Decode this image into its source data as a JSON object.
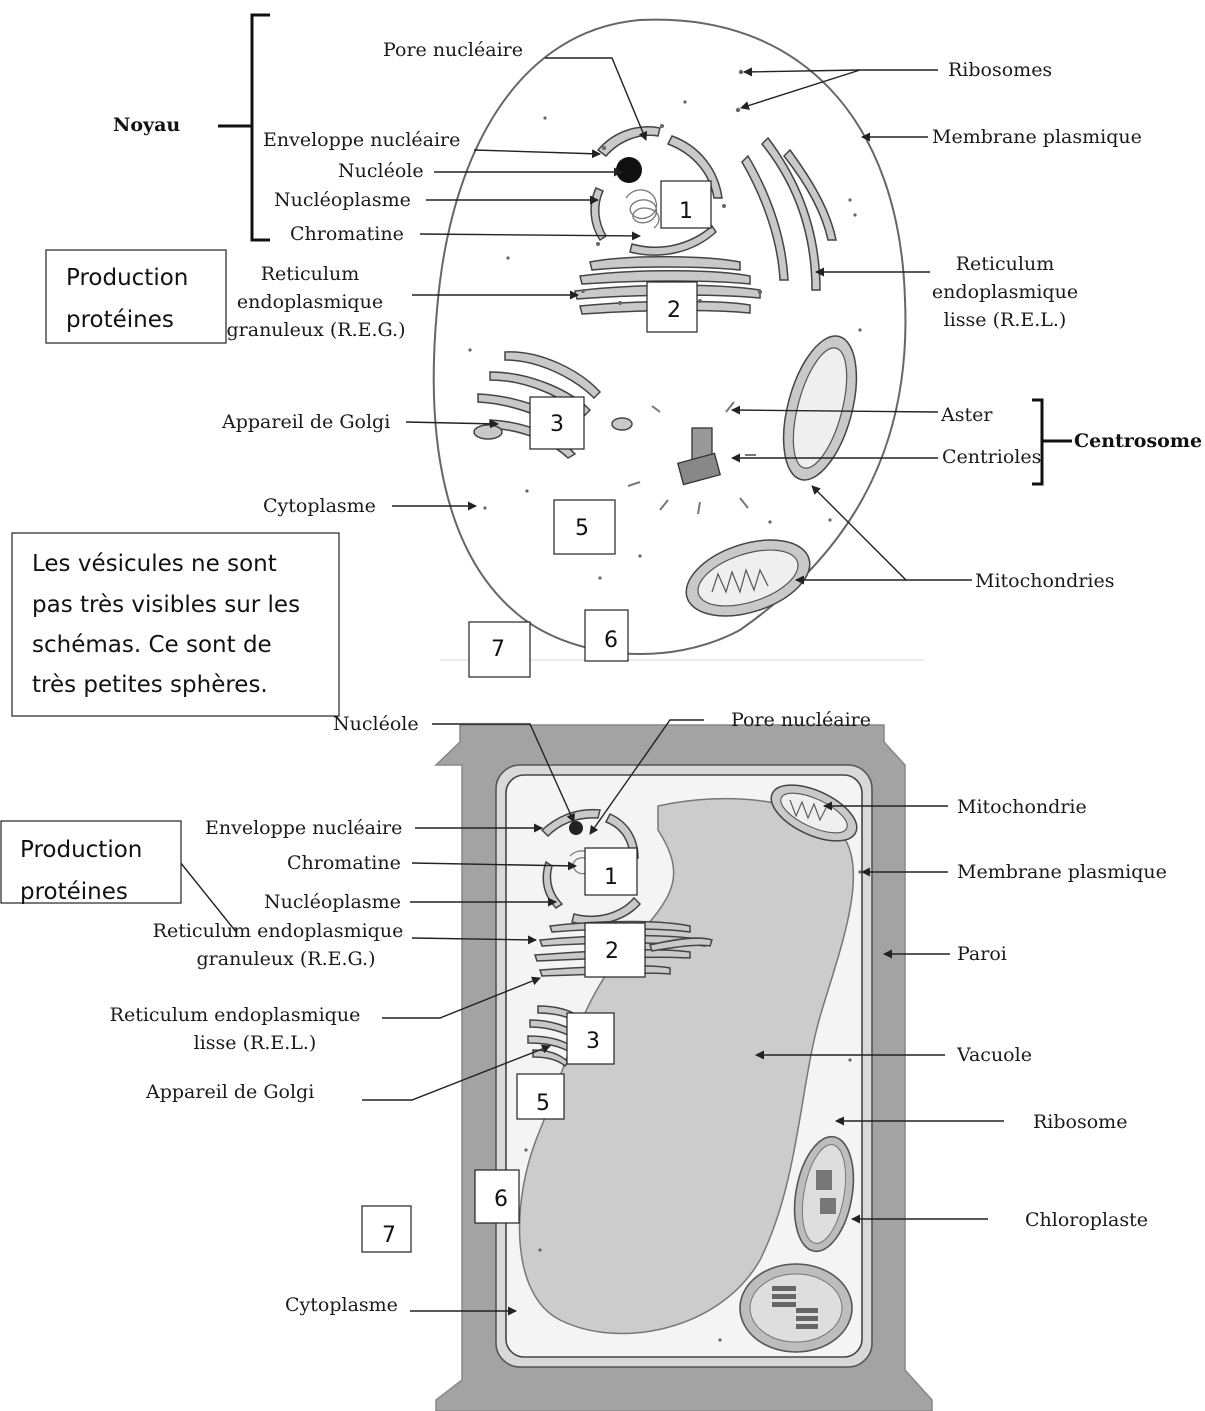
{
  "animal": {
    "labels": {
      "pore": "Pore nucléaire",
      "ribosomes": "Ribosomes",
      "noyau": "Noyau",
      "membrane": "Membrane plasmique",
      "enveloppe": "Enveloppe nucléaire",
      "nucleole": "Nucléole",
      "nucleoplasme": "Nucléoplasme",
      "chromatine": "Chromatine",
      "reg_1": "Reticulum",
      "reg_2": "endoplasmique",
      "reg_3": "granuleux (R.E.G.)",
      "rel_1": "Reticulum",
      "rel_2": "endoplasmique",
      "rel_3": "lisse (R.E.L.)",
      "golgi": "Appareil de Golgi",
      "aster": "Aster",
      "centrioles": "Centrioles",
      "centrosome": "Centrosome",
      "cytoplasme": "Cytoplasme",
      "mitochondries": "Mitochondries"
    },
    "numbers": [
      "1",
      "2",
      "3",
      "5",
      "6",
      "7"
    ],
    "note_prod": [
      "Production",
      "protéines"
    ],
    "note_vesicules": [
      "Les vésicules ne sont",
      "pas très visibles sur les",
      "schémas. Ce sont de",
      "très petites sphères."
    ]
  },
  "plant": {
    "labels": {
      "nucleole": "Nucléole",
      "pore": "Pore nucléaire",
      "mitochondrie": "Mitochondrie",
      "enveloppe": "Enveloppe nucléaire",
      "chromatine": "Chromatine",
      "membrane": "Membrane plasmique",
      "nucleoplasme": "Nucléoplasme",
      "reg_1": "Reticulum endoplasmique",
      "reg_2": "granuleux (R.E.G.)",
      "paroi": "Paroi",
      "rel_1": "Reticulum endoplasmique",
      "rel_2": "lisse (R.E.L.)",
      "vacuole": "Vacuole",
      "golgi": "Appareil de Golgi",
      "ribosome": "Ribosome",
      "chloroplaste": "Chloroplaste",
      "cytoplasme": "Cytoplasme"
    },
    "numbers": [
      "1",
      "2",
      "3",
      "5",
      "6",
      "7"
    ],
    "note_prod": [
      "Production",
      "protéines"
    ]
  }
}
